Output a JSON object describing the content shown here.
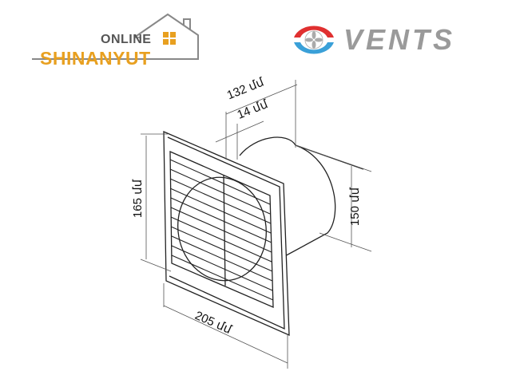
{
  "logos": {
    "left": {
      "top_text": "ONLINE",
      "main_text": "SHINANYUT",
      "accent_color": "#e8a020",
      "text_color": "#555555"
    },
    "right": {
      "brand": "VENTS",
      "colors": {
        "red": "#e03030",
        "blue": "#3aa0d8",
        "gray": "#9a9a9a"
      }
    }
  },
  "diagram": {
    "subject": "exhaust fan dimensions",
    "dimensions": {
      "depth_total": "132 մմ",
      "flange_offset": "14 մմ",
      "height": "165 մմ",
      "duct_diameter": "150 մմ",
      "width": "205 մմ"
    }
  }
}
